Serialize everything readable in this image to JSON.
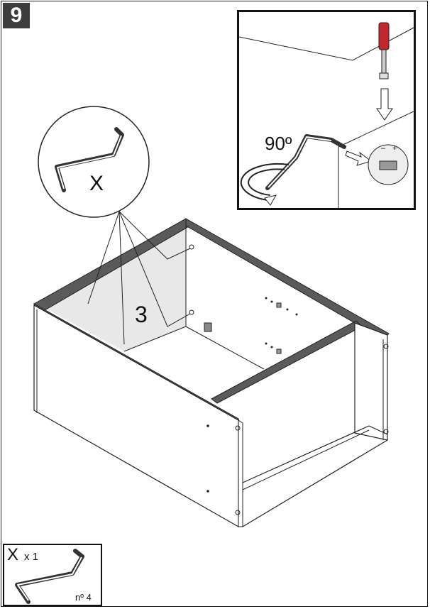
{
  "step": {
    "number": "9"
  },
  "callout": {
    "tool_letter": "X",
    "count_label": "3"
  },
  "inset": {
    "angle_label": "90º",
    "dial_minus": "–",
    "dial_plus": "+"
  },
  "parts": {
    "letter": "X",
    "quantity": "x 1",
    "ref": "nº 4"
  },
  "colors": {
    "line": "#222222",
    "shade": "#e6e6e6",
    "badge": "#3d3d3d",
    "screwdriver_handle": "#c0282d"
  }
}
